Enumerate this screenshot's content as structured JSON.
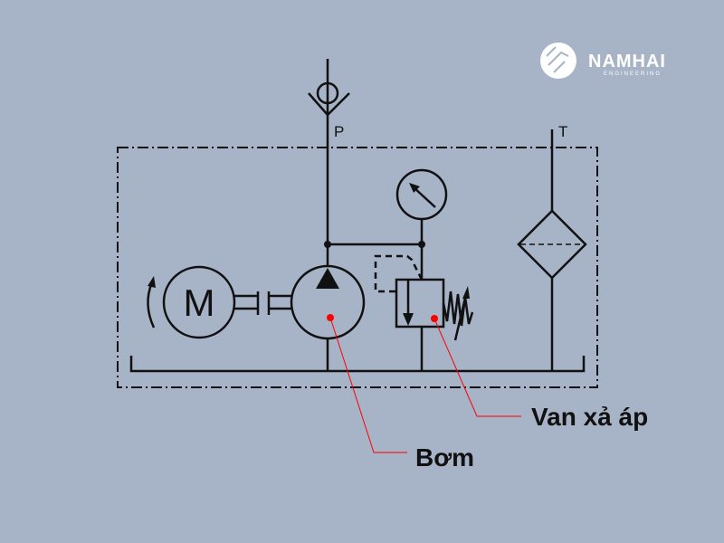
{
  "logo": {
    "name": "NAMHAI",
    "subtitle": "ENGINEERING"
  },
  "ports": {
    "pressure": "P",
    "tank": "T"
  },
  "motor_symbol": "M",
  "callouts": {
    "pump": "Bơm",
    "relief_valve": "Van xả áp"
  },
  "colors": {
    "background": "#a7b3c6",
    "line": "#111111",
    "callout": "#ff0000",
    "logo": "#ffffff"
  }
}
